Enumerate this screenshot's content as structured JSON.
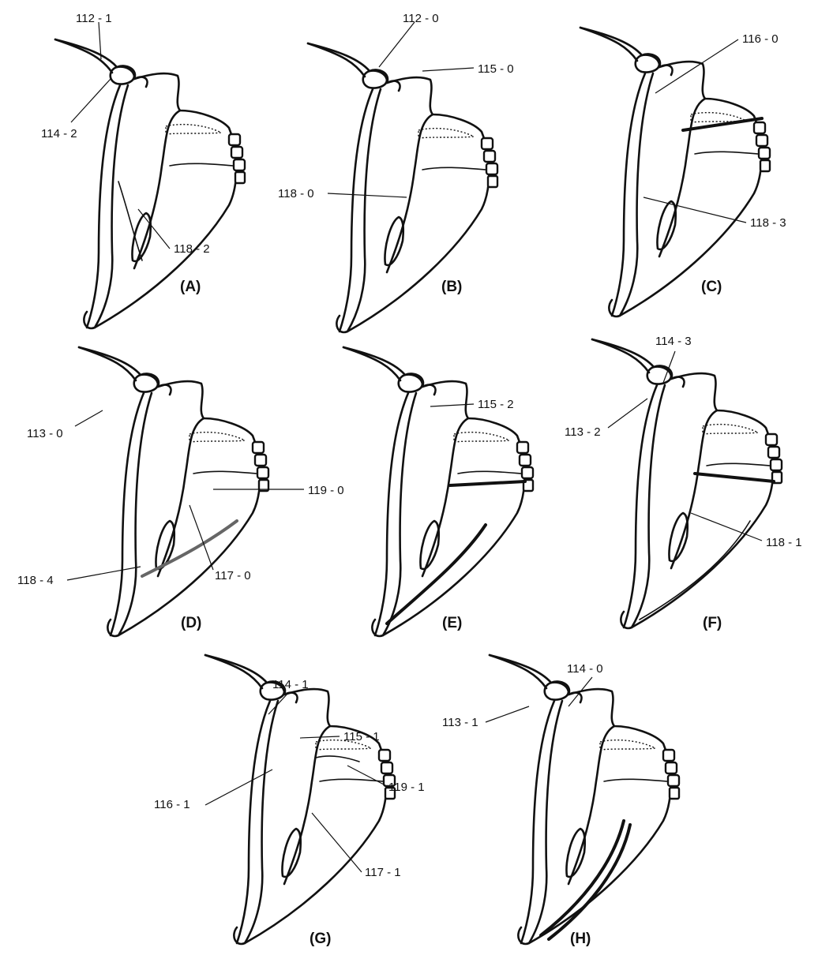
{
  "panels": [
    {
      "label": "(A)",
      "annotations": [
        "112 - 1",
        "114 - 2",
        "118 - 2"
      ]
    },
    {
      "label": "(B)",
      "annotations": [
        "112 - 0",
        "115 - 0",
        "118 - 0"
      ]
    },
    {
      "label": "(C)",
      "annotations": [
        "116 - 0",
        "118 - 3"
      ]
    },
    {
      "label": "(D)",
      "annotations": [
        "113 - 0",
        "119 - 0",
        "118 - 4",
        "117 - 0"
      ]
    },
    {
      "label": "(E)",
      "annotations": [
        "115 - 2"
      ]
    },
    {
      "label": "(F)",
      "annotations": [
        "114 - 3",
        "113 - 2",
        "118 - 1"
      ]
    },
    {
      "label": "(G)",
      "annotations": [
        "114 - 1",
        "115 - 1",
        "116 - 1",
        "119 - 1",
        "117 - 1"
      ]
    },
    {
      "label": "(H)",
      "annotations": [
        "114 - 0",
        "113 - 1"
      ]
    }
  ]
}
